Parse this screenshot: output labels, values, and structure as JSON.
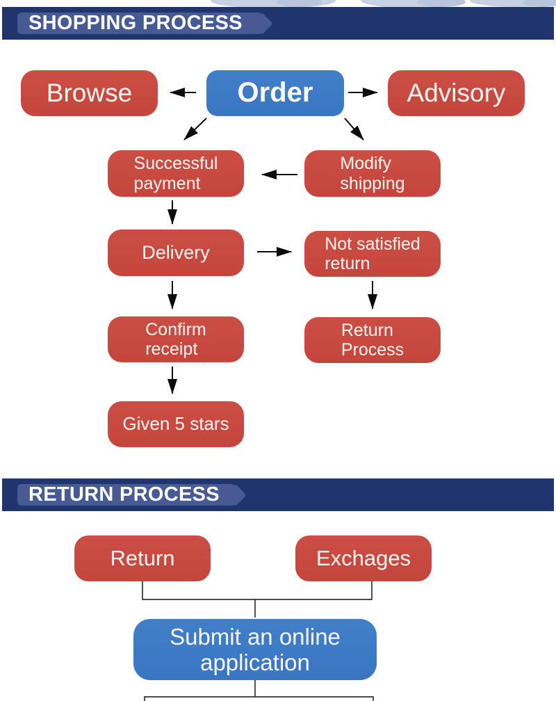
{
  "colors": {
    "header_bar": "#20356b",
    "header_banner": "#475a94",
    "node_red": "#c84b42",
    "node_blue": "#3d7ac6",
    "arrow": "#0c0c0c",
    "connector_line": "#333333"
  },
  "shopping": {
    "header": "SHOPPING PROCESS",
    "nodes": {
      "browse": "Browse",
      "order": "Order",
      "advisory": "Advisory",
      "successful_payment": "Successful\npayment",
      "modify_shipping": "Modify\nshipping",
      "delivery": "Delivery",
      "not_satisfied_return": "Not satisfied\nreturn",
      "confirm_receipt": "Confirm\nreceipt",
      "return_process": "Return\nProcess",
      "given_5_stars": "Given 5 stars"
    }
  },
  "return": {
    "header": "RETURN PROCESS",
    "nodes": {
      "return": "Return",
      "exchanges": "Exchages",
      "submit_application": "Submit an online\napplication"
    }
  }
}
